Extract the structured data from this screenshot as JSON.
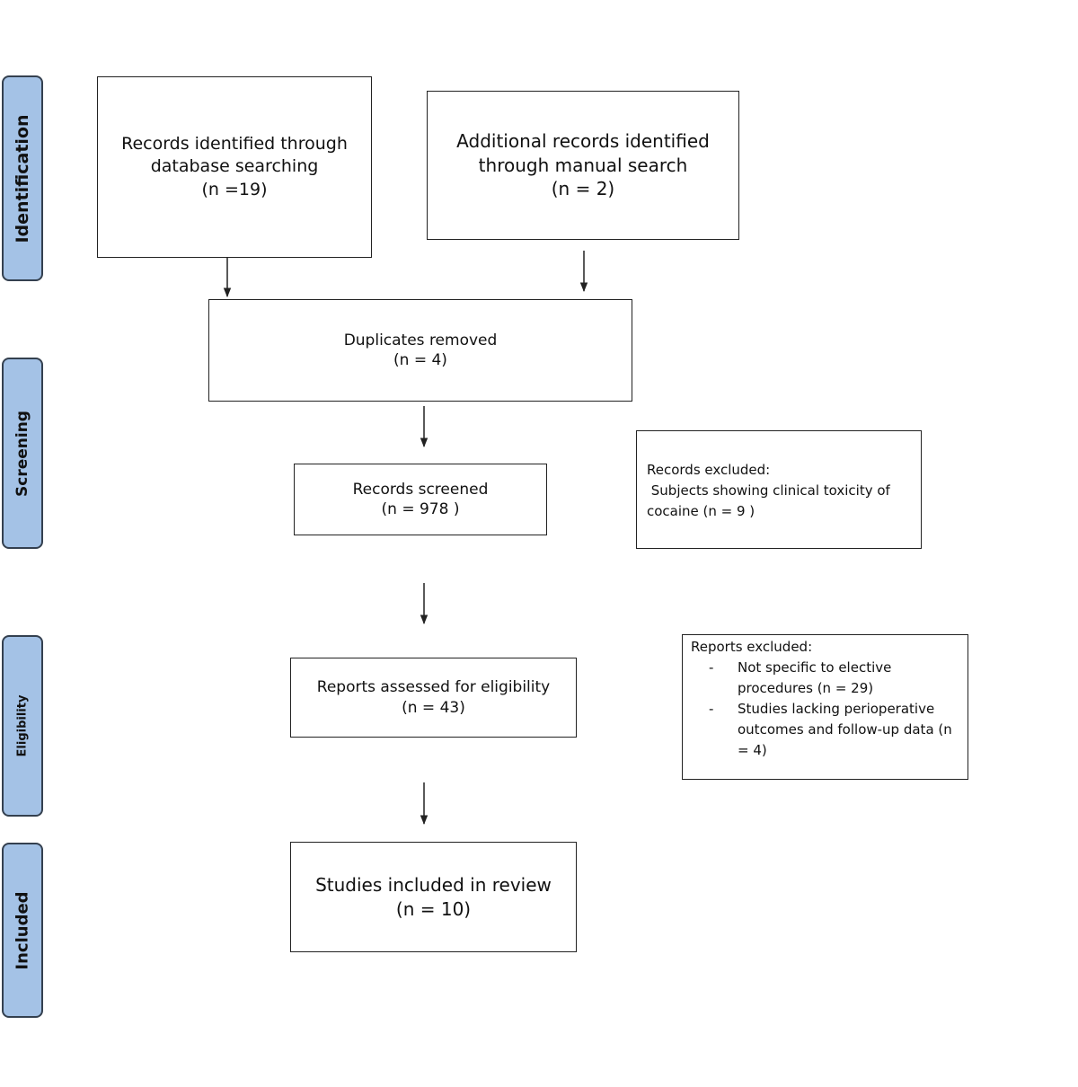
{
  "stages": [
    {
      "key": "identification",
      "label": "Identification"
    },
    {
      "key": "screening",
      "label": "Screening"
    },
    {
      "key": "eligibility",
      "label": "Eligibility"
    },
    {
      "key": "included",
      "label": "Included"
    }
  ],
  "boxes": {
    "database_records": [
      "Records identified through",
      "database searching",
      "(n =19)"
    ],
    "manual_records": [
      "Additional records identified",
      "through manual search",
      "(n = 2)"
    ],
    "duplicates": [
      "Duplicates removed",
      "(n = 4)"
    ],
    "screened": [
      "Records screened",
      "(n = 978 )"
    ],
    "assessed": [
      "Reports assessed for eligibility",
      "(n = 43)"
    ],
    "included": [
      "Studies included in review",
      "(n = 10)"
    ]
  },
  "records_excluded": {
    "title": "Records excluded:",
    "lines": [
      " Subjects showing clinical toxicity of",
      "cocaine (n = 9 )"
    ]
  },
  "reports_excluded": {
    "title": "Reports excluded:",
    "items": [
      {
        "bullet": "-",
        "text": "Not specific to elective procedures (n = 29)"
      },
      {
        "bullet": "-",
        "text": "Studies lacking perioperative outcomes and follow-up data (n = 4)"
      }
    ]
  },
  "colors": {
    "stage_fill": "#a4c2e6",
    "stage_border": "#34404f",
    "line": "#222222"
  }
}
